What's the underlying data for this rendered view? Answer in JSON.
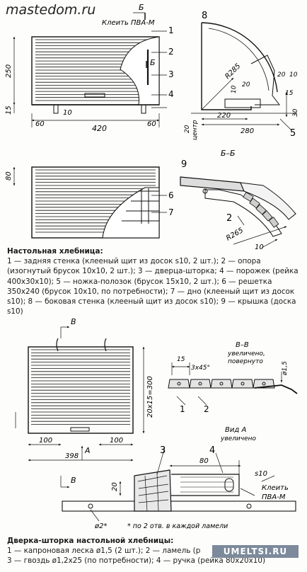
{
  "site": "mastedom.ru",
  "fig1": {
    "section_mark": "Б",
    "glue": "Клеить ПВА-М",
    "callouts": [
      "1",
      "2",
      "3",
      "4"
    ],
    "dims": {
      "height": "250",
      "foot": "15",
      "gap": "10",
      "foot_w": "60",
      "width": "420"
    }
  },
  "side": {
    "callouts": [
      "8",
      "5"
    ],
    "dims": {
      "radius": "R285",
      "d20a": "20",
      "d20b": "20",
      "d10a": "10",
      "d10b": "10",
      "d15": "15",
      "d30": "30",
      "d220": "220",
      "d280": "280",
      "center_num": "20",
      "center": "центр"
    }
  },
  "section_bb": {
    "title": "Б–Б",
    "callouts": [
      "9",
      "2"
    ],
    "dims": {
      "radius": "R265",
      "d10": "10"
    }
  },
  "fig2": {
    "callouts": [
      "6",
      "7"
    ],
    "dims": {
      "h": "80"
    }
  },
  "caption1": {
    "title": "Настольная хлебница:",
    "text": "1 — задняя стенка (клееный щит из досок s10, 2 шт.); 2 — опора (изогнутый брусок 10х10, 2 шт.); 3 — дверца-шторка; 4 — порожек (рейка 400х30х10); 5 — ножка-полозок (брусок 15х10, 2 шт.); 6 — решетка 350х240 (брусок 10х10, по потребности); 7 — дно (клееный щит из досок s10); 8 — боковая стенка (клееный щит из досок s10); 9 — крышка (доска s10)"
  },
  "door": {
    "section_mark": "В",
    "mark_a": "А",
    "dims": {
      "h": "20х15=300",
      "w100a": "100",
      "w100b": "100",
      "w398": "398"
    }
  },
  "vv": {
    "title": "В–В",
    "sub1": "увеличено,",
    "sub2": "повернуто",
    "dims": {
      "d15": "15",
      "chamfer": "3х45°",
      "phi": "ø1,5"
    },
    "callouts": [
      "1",
      "2"
    ]
  },
  "vida": {
    "title": "Вид А",
    "sub": "увеличено",
    "dims": {
      "d80": "80",
      "s10": "s10",
      "d20": "20",
      "phi2": "ø2*"
    },
    "glue": "Клеить",
    "glue2": "ПВА-М",
    "note": "* по 2 отв. в каждой ламели",
    "callouts": [
      "3",
      "4"
    ]
  },
  "caption2": {
    "title": "Дверка-шторка настольной хлебницы:",
    "line1": "1 — капроновая леска ø1,5 (2 шт.); 2 — ламель (р",
    "line2": "3 — гвоздь ø1,2х25 (по потребности); 4 — ручка (рейка 80х20х10)"
  },
  "watermark": "UMELTSI.RU"
}
